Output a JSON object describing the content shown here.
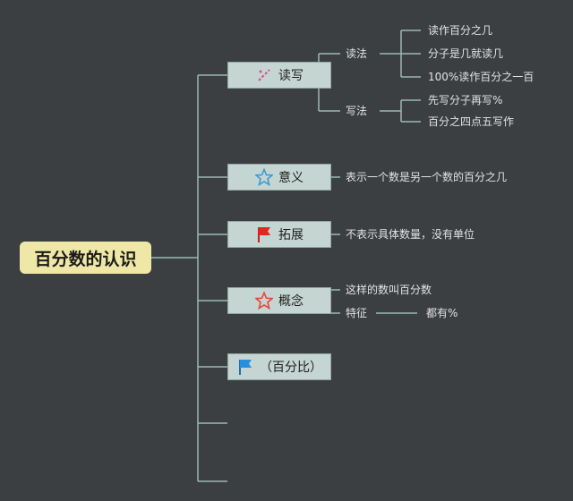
{
  "root": "百分数的认识",
  "branches": [
    {
      "label": "读写",
      "icon": "pencil-icon"
    },
    {
      "label": "意义",
      "icon": "star-outline-icon"
    },
    {
      "label": "拓展",
      "icon": "red-flag-icon"
    },
    {
      "label": "概念",
      "icon": "red-star-outline-icon"
    },
    {
      "label": "（百分比）",
      "icon": "blue-flag-icon"
    }
  ],
  "reading": {
    "dufa": "读法",
    "xiefa": "写法",
    "dufa_items": [
      "读作百分之几",
      "分子是几就读几",
      "100%读作百分之一百"
    ],
    "xiefa_items": [
      "先写分子再写%",
      "百分之四点五写作"
    ]
  },
  "meaning": "表示一个数是另一个数的百分之几",
  "extend": "不表示具体数量，没有单位",
  "concept": {
    "item1": "这样的数叫百分数",
    "feature": "特征",
    "feature_value": "都有%"
  },
  "colors": {
    "line": "#9cb9b3",
    "root_bg": "#efe7a6",
    "branch_bg": "#c5d6d2",
    "background": "#3c3f42"
  }
}
